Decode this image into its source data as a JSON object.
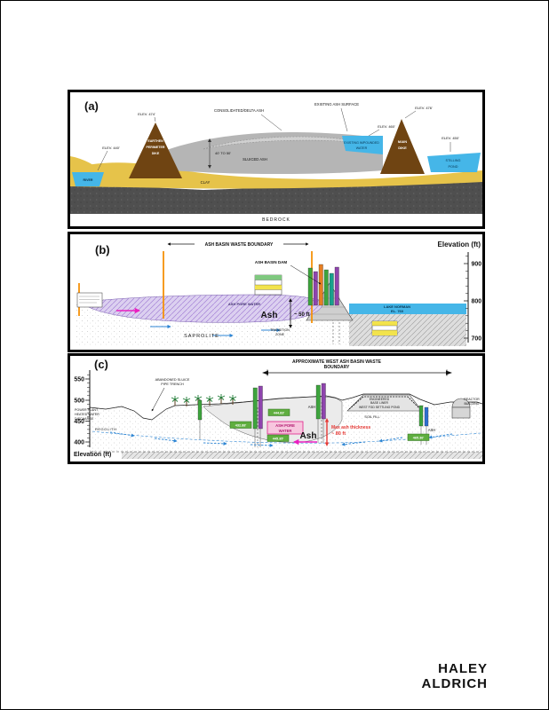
{
  "logo": {
    "line1": "HALEY",
    "line2": "ALDRICH"
  },
  "palette": {
    "water": "#45b6e8",
    "clay": "#e6c34a",
    "bedrock": "#505050",
    "ash_gray": "#b5b5b5",
    "delta_ash": "#d0d0d0",
    "dike_brown": "#6f4412",
    "ash_lavender": "#dcd0f0",
    "magenta": "#ea1fc0",
    "boundary_orange": "#f5920a",
    "red": "#e53935",
    "well_green": "#3da43d",
    "well_purple": "#8e44ad",
    "well_orange": "#e67e22",
    "well_teal": "#18a08c",
    "well_blue": "#2e6fd0",
    "flow_blue": "#2e86d4"
  },
  "panel_a": {
    "tag": "(a)",
    "labels": {
      "elev_474": "ELEV. 474'",
      "elev_476": "ELEV. 476'",
      "elev_460": "ELEV. 460'",
      "elev_440": "ELEV. 440'",
      "elev_450": "ELEV. 450'",
      "consolidated": "CONSOLIDATED/DELTA ASH",
      "existing_surface": "EXISTING ASH SURFACE",
      "river": "RIVER",
      "sluiced": "SLUICED ASH",
      "depth": "40' TO 50'",
      "left_dike": [
        "EARTHEN",
        "PERIMETER",
        "DIKE"
      ],
      "right_dike": [
        "MAIN",
        "DIKE"
      ],
      "impounded": [
        "EXISTING IMPOUNDED",
        "WATER"
      ],
      "stilling": [
        "STILLING",
        "POND"
      ],
      "clay": "CLAY",
      "bedrock": "BEDROCK"
    }
  },
  "panel_b": {
    "tag": "(b)",
    "axis": {
      "title": "Elevation (ft)",
      "ticks": [
        "900",
        "800",
        "700"
      ]
    },
    "labels": {
      "waste_boundary": "ASH BASIN WASTE BOUNDARY",
      "dam": "ASH BASIN DAM",
      "pore_water": "ASH PORE WATER",
      "ash": "Ash",
      "thickness": "~ 50 ft",
      "saprolite": "SAPROLITE",
      "transition": [
        "TRANSITION",
        "ZONE"
      ],
      "lake": [
        "LAKE NORMAN",
        "EL. 760"
      ]
    }
  },
  "panel_c": {
    "tag": "(c)",
    "axis": {
      "title": "Elevation (ft)",
      "ticks": [
        "550",
        "500",
        "450",
        "400"
      ]
    },
    "labels": {
      "boundary": [
        "APPROXIMATE WEST ASH BASIN WASTE",
        "BOUNDARY"
      ],
      "sluice": [
        "ABANDONED SLUICE",
        "PIPE TRENCH"
      ],
      "power": [
        "POWER PLANT",
        "HEATED WATER",
        "DISCHARGE"
      ],
      "regolith": "REGOLITH",
      "ash_1": "ASH",
      "ash_2": "ASH",
      "pore": [
        "ASH PORE",
        "WATER"
      ],
      "ash_big": "Ash",
      "max_thickness": [
        "Max ash thickness",
        "~ 80 ft"
      ],
      "liner": [
        "ENGINEERED",
        "BASE LINER"
      ],
      "fgd": "WEST FGD SETTLING POND",
      "soil_fill": "SOIL FILL",
      "reactor": [
        "REACTOR",
        "BUILDING"
      ],
      "water_levels": [
        "432.88'",
        "444.83'",
        "445.35'",
        "465.36'"
      ]
    }
  }
}
